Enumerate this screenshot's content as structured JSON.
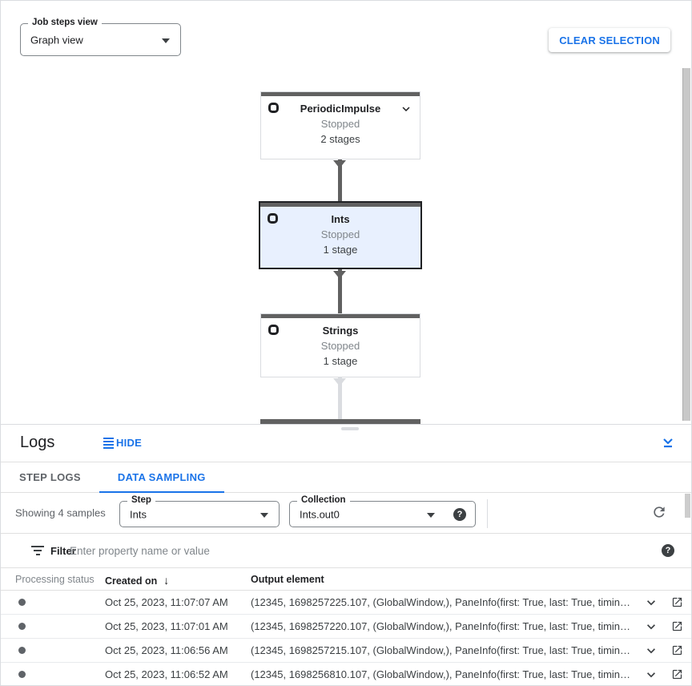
{
  "toolbar": {
    "job_steps_view": {
      "label": "Job steps view",
      "value": "Graph view"
    },
    "clear_selection_label": "CLEAR SELECTION"
  },
  "graph": {
    "nodes": [
      {
        "title": "PeriodicImpulse",
        "status": "Stopped",
        "stages": "2 stages",
        "selected": false
      },
      {
        "title": "Ints",
        "status": "Stopped",
        "stages": "1 stage",
        "selected": true
      },
      {
        "title": "Strings",
        "status": "Stopped",
        "stages": "1 stage",
        "selected": false
      }
    ]
  },
  "logs": {
    "title": "Logs",
    "hide_label": "HIDE",
    "tabs": [
      {
        "label": "STEP LOGS",
        "active": false
      },
      {
        "label": "DATA SAMPLING",
        "active": true
      }
    ],
    "sampling_controls": {
      "showing_text": "Showing 4 samples",
      "step": {
        "label": "Step",
        "value": "Ints"
      },
      "collection": {
        "label": "Collection",
        "value": "Ints.out0"
      }
    },
    "filter": {
      "label": "Filter",
      "placeholder": "Enter property name or value"
    },
    "table": {
      "headers": {
        "processing_status": "Processing status",
        "created_on": "Created on",
        "output_element": "Output element"
      },
      "rows": [
        {
          "created_on": "Oct 25, 2023, 11:07:07 AM",
          "output_element": "(12345, 1698257225.107, (GlobalWindow,), PaneInfo(first: True, last: True, timing…"
        },
        {
          "created_on": "Oct 25, 2023, 11:07:01 AM",
          "output_element": "(12345, 1698257220.107, (GlobalWindow,), PaneInfo(first: True, last: True, timing…"
        },
        {
          "created_on": "Oct 25, 2023, 11:06:56 AM",
          "output_element": "(12345, 1698257215.107, (GlobalWindow,), PaneInfo(first: True, last: True, timing…"
        },
        {
          "created_on": "Oct 25, 2023, 11:06:52 AM",
          "output_element": "(12345, 1698256810.107, (GlobalWindow,), PaneInfo(first: True, last: True, timing…"
        }
      ]
    }
  },
  "icons": {
    "sort_descending": "↓",
    "help": "?"
  },
  "colors": {
    "accent_blue": "#1a73e8",
    "selected_node_bg": "#e8f0fe",
    "node_top_bar": "#616161",
    "edge_dark": "#616161",
    "edge_light": "#dadce0",
    "status_gray": "#80868b"
  }
}
